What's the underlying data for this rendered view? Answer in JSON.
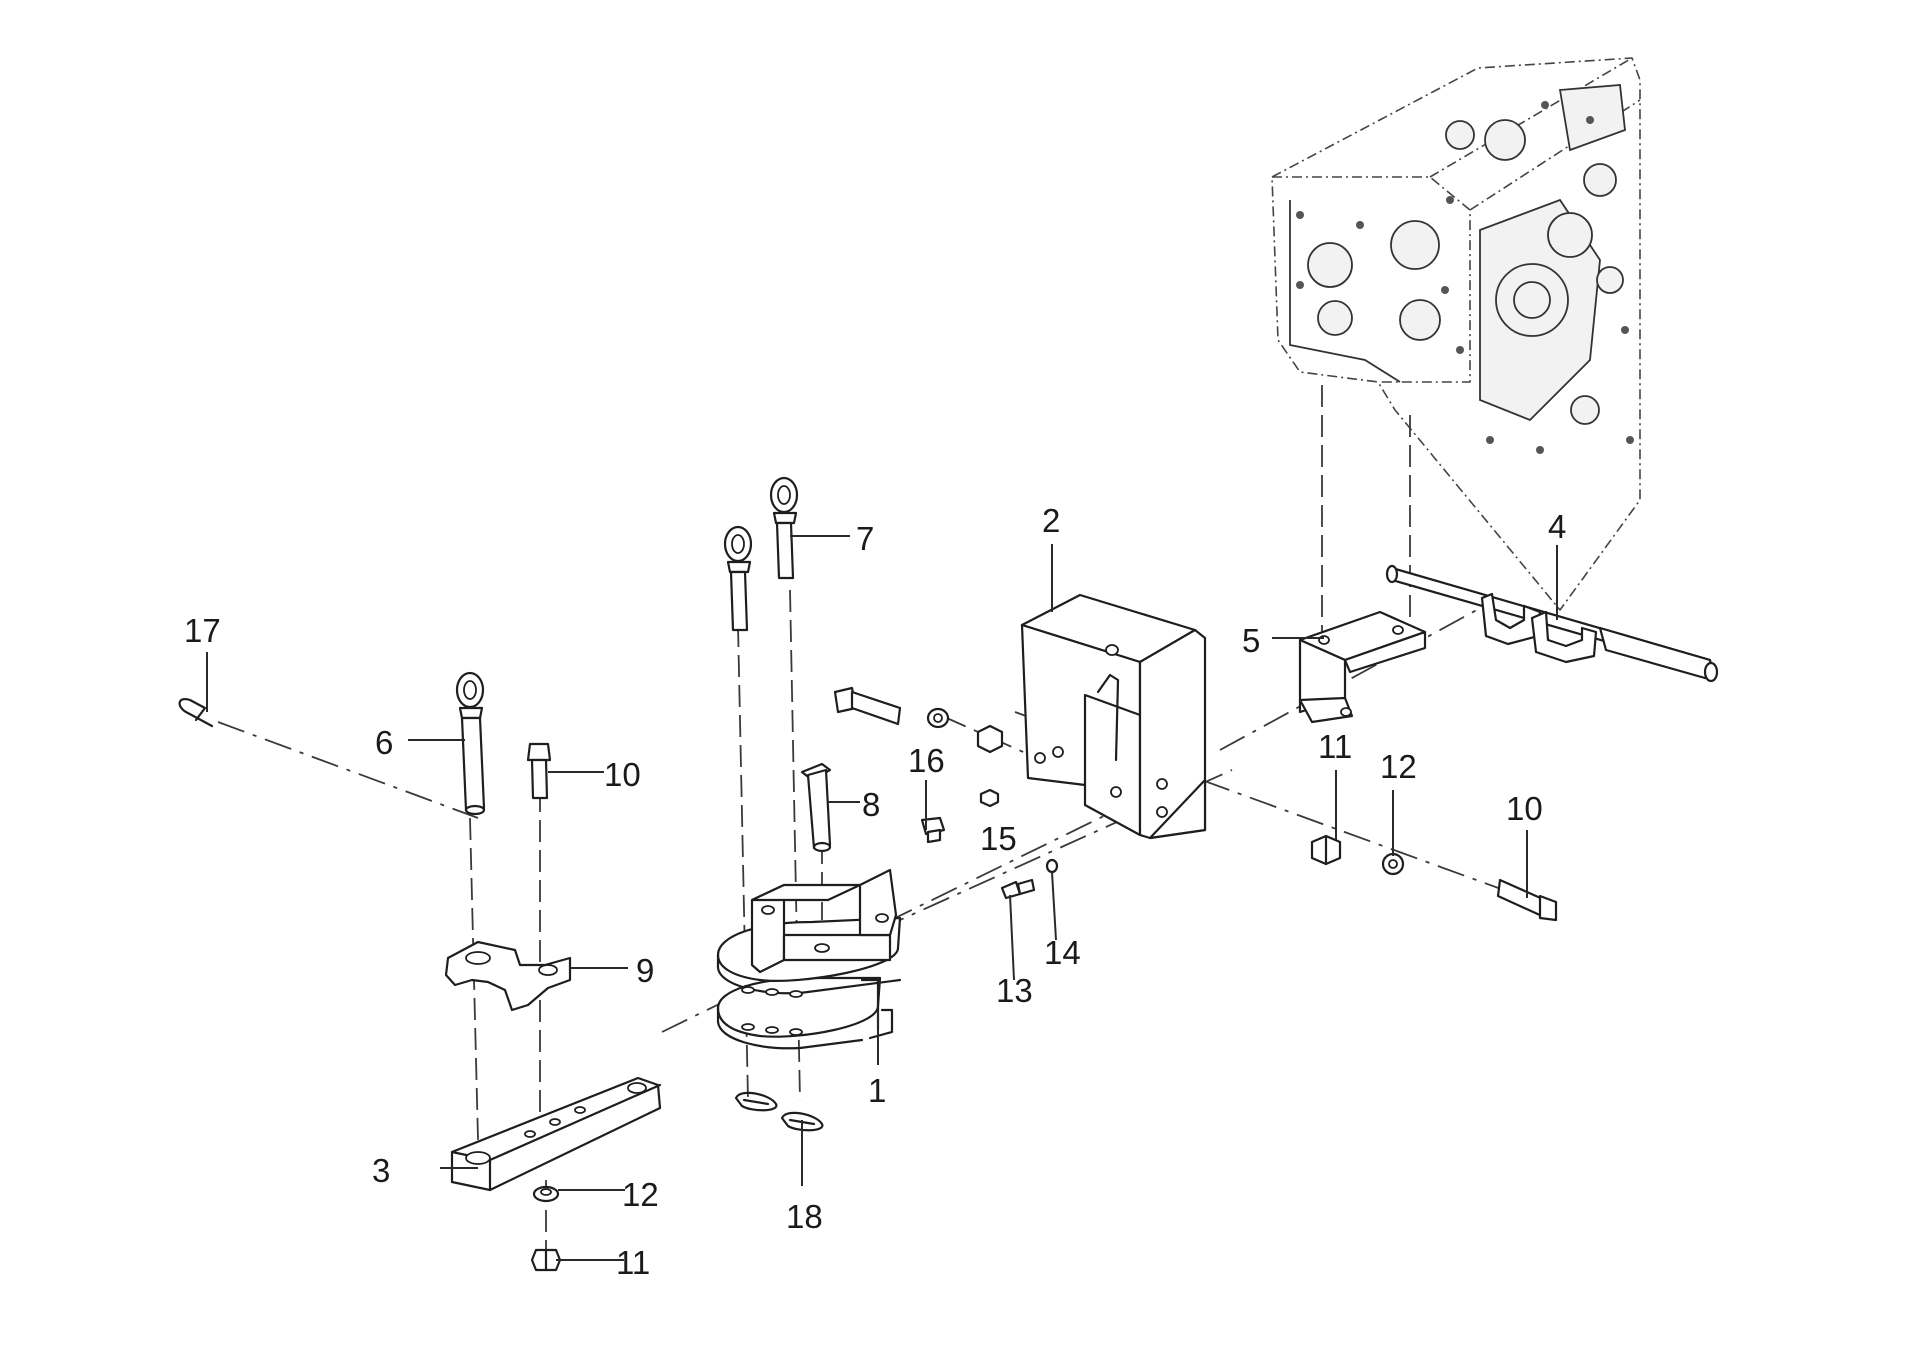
{
  "callouts": [
    {
      "id": "c1",
      "text": "1"
    },
    {
      "id": "c2",
      "text": "2"
    },
    {
      "id": "c3",
      "text": "3"
    },
    {
      "id": "c4",
      "text": "4"
    },
    {
      "id": "c5",
      "text": "5"
    },
    {
      "id": "c6",
      "text": "6"
    },
    {
      "id": "c7",
      "text": "7"
    },
    {
      "id": "c8",
      "text": "8"
    },
    {
      "id": "c9",
      "text": "9"
    },
    {
      "id": "c10a",
      "text": "10"
    },
    {
      "id": "c10b",
      "text": "10"
    },
    {
      "id": "c11a",
      "text": "11"
    },
    {
      "id": "c11b",
      "text": "11"
    },
    {
      "id": "c12a",
      "text": "12"
    },
    {
      "id": "c12b",
      "text": "12"
    },
    {
      "id": "c13",
      "text": "13"
    },
    {
      "id": "c14",
      "text": "14"
    },
    {
      "id": "c15",
      "text": "15"
    },
    {
      "id": "c16",
      "text": "16"
    },
    {
      "id": "c17",
      "text": "17"
    },
    {
      "id": "c18",
      "text": "18"
    }
  ],
  "colors": {
    "line": "#1e1e1e",
    "background": "#ffffff"
  }
}
